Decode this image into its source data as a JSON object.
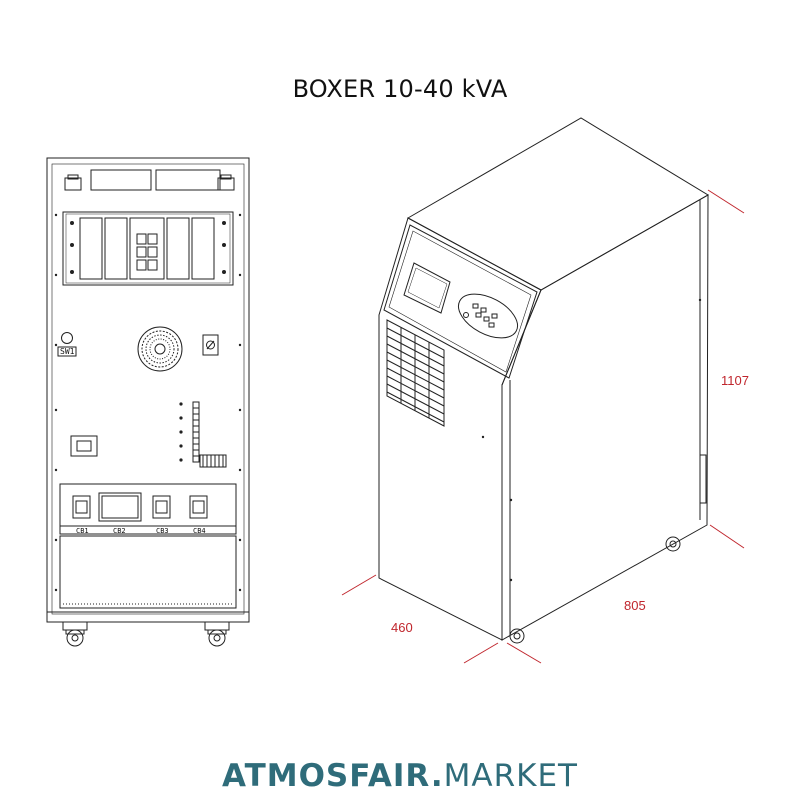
{
  "title": "BOXER 10-40 kVA",
  "rear_view": {
    "switch_label": "SW1",
    "breakers": [
      "CB1",
      "CB2",
      "CB3",
      "CB4"
    ]
  },
  "dimensions": {
    "height": "1107",
    "depth": "805",
    "width": "460",
    "color": "#c0262d"
  },
  "brand": {
    "part1": "ATMOSFAIR",
    "separator": ".",
    "part2": "MARKET",
    "color": "#2f6c7a"
  }
}
